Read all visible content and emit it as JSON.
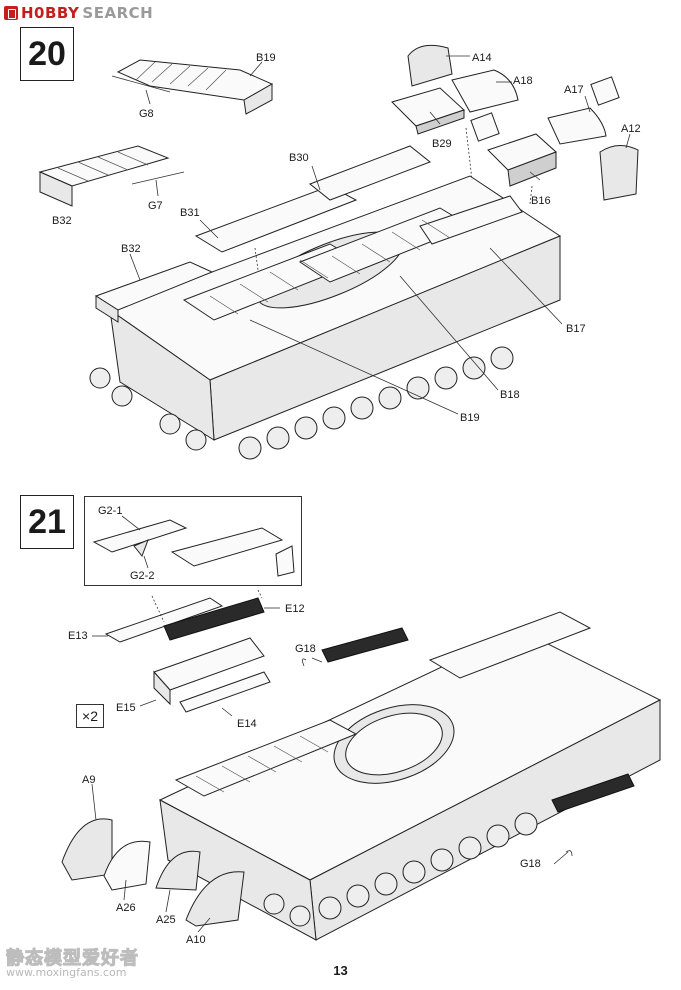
{
  "watermark_top": {
    "part_a": "H0BBY",
    "part_b": "SEARCH"
  },
  "steps": [
    {
      "number": "20"
    },
    {
      "number": "21"
    }
  ],
  "step20_labels": {
    "b19_top": "B19",
    "g8": "G8",
    "a14": "A14",
    "a18": "A18",
    "a17": "A17",
    "a12": "A12",
    "b29": "B29",
    "b16": "B16",
    "b30": "B30",
    "b32_left": "B32",
    "g7": "G7",
    "b31": "B31",
    "b32_mid": "B32",
    "b17": "B17",
    "b18": "B18",
    "b19_bottom": "B19"
  },
  "step21_labels": {
    "g2_1": "G2-1",
    "g2_2": "G2-2",
    "e12": "E12",
    "e13": "E13",
    "e15": "E15",
    "e14": "E14",
    "g18_top": "G18",
    "a9": "A9",
    "a26": "A26",
    "a25": "A25",
    "a10": "A10",
    "g18_bottom": "G18",
    "multiplier": "×2"
  },
  "page_number": "13",
  "watermark_bottom": {
    "chinese": "静态模型爱好者",
    "url": "www.moxingfans.com"
  }
}
